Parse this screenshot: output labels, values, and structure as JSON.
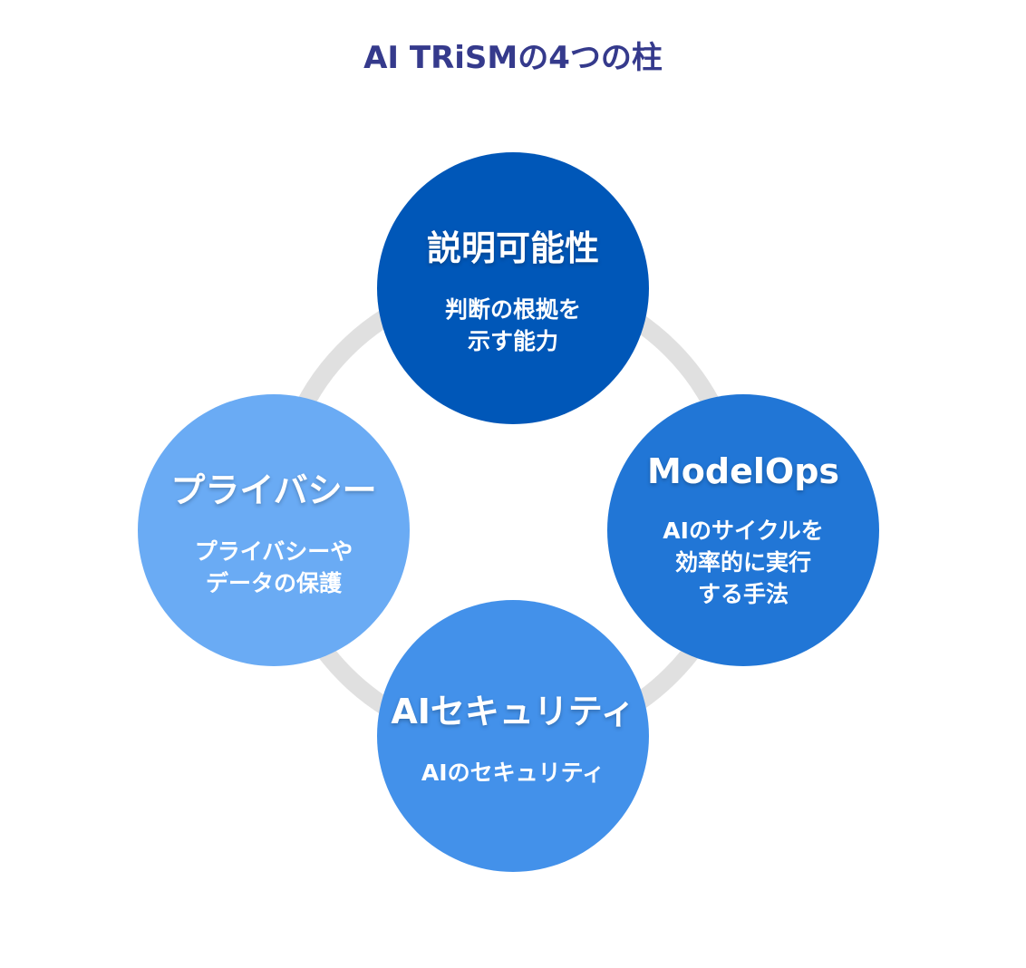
{
  "title": "AI TRiSMの4つの柱",
  "pillars": [
    {
      "name": "説明可能性",
      "desc": "判断の根拠を\n示す能力",
      "color": "#0057b8"
    },
    {
      "name": "ModelOps",
      "desc": "AIのサイクルを\n効率的に実行\nする手法",
      "color": "#2176d6"
    },
    {
      "name": "AIセキュリティ",
      "desc": "AIのセキュリティ",
      "color": "#4391ea"
    },
    {
      "name": "プライバシー",
      "desc": "プライバシーや\nデータの保護",
      "color": "#6aabf4"
    }
  ]
}
